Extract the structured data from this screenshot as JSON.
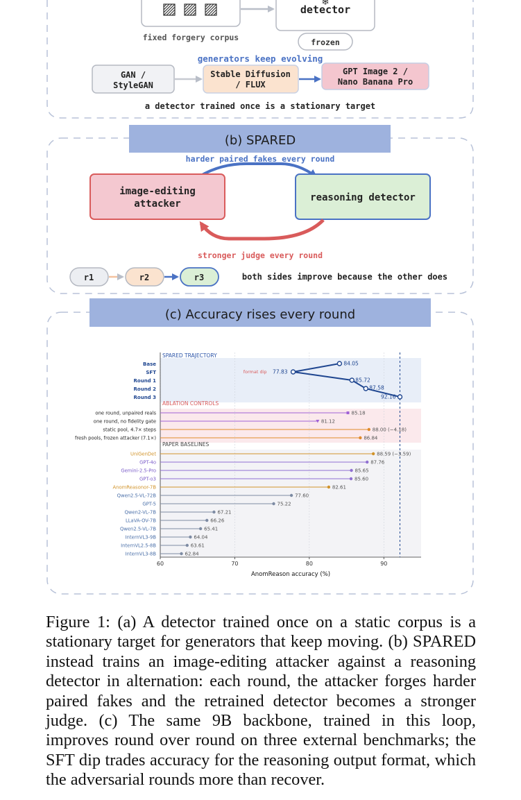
{
  "panel_a": {
    "detector_label": "detector",
    "frozen_label": "frozen",
    "corpus_label": "fixed forgery corpus",
    "generators_label": "generators keep evolving",
    "gen1_line1": "GAN /",
    "gen1_line2": "StyleGAN",
    "gen2_line1": "Stable Diffusion",
    "gen2_line2": "/ FLUX",
    "gen3_line1": "GPT Image 2 /",
    "gen3_line2": "Nano Banana Pro",
    "note": "a detector trained once is a stationary target"
  },
  "panel_b": {
    "title": "(b) SPARED",
    "top_arrow_label": "harder paired fakes every round",
    "attacker_line1": "image-editing",
    "attacker_line2": "attacker",
    "detector_label": "reasoning detector",
    "bottom_arrow_label": "stronger judge every round",
    "rounds": [
      "r1",
      "r2",
      "r3"
    ],
    "rounds_note": "both sides improve because the other does"
  },
  "panel_c": {
    "title": "(c) Accuracy rises every round"
  },
  "colors": {
    "panel_header": "#9eb2de",
    "trajectory": "#1f4690",
    "ablation": "#a062d6",
    "ablation_orange": "#e08a2a",
    "baseline_purple": "#8f6fd1",
    "baseline_orange": "#d1932a",
    "baseline_gray": "#7d8ba3",
    "blue_arrow": "#4a72c4",
    "red_arrow": "#d95b5b"
  },
  "chart_data": {
    "type": "dot",
    "xlabel": "AnomReason accuracy (%)",
    "xlim": [
      60,
      95
    ],
    "xticks": [
      60,
      70,
      80,
      90
    ],
    "reference_line": 92.16,
    "annotation": "format dip",
    "groups": [
      {
        "name": "SPARED TRAJECTORY",
        "rows": [
          {
            "label": "Base",
            "value": 84.05,
            "text": "84.05"
          },
          {
            "label": "SFT",
            "value": 77.83,
            "text": "77.83"
          },
          {
            "label": "Round 1",
            "value": 85.72,
            "text": "85.72"
          },
          {
            "label": "Round 2",
            "value": 87.58,
            "text": "87.58"
          },
          {
            "label": "Round 3",
            "value": 92.16,
            "text": "92.16"
          }
        ]
      },
      {
        "name": "ABLATION CONTROLS",
        "rows": [
          {
            "label": "one round, unpaired reals",
            "value": 85.18,
            "text": "85.18"
          },
          {
            "label": "one round, no fidelity gate",
            "value": 81.12,
            "text": "81.12"
          },
          {
            "label": "static pool, 4.7× steps",
            "value": 88.0,
            "text": "88.00 (−4.18)"
          },
          {
            "label": "fresh pools, frozen attacker (7.1×)",
            "value": 86.84,
            "text": "86.84"
          }
        ]
      },
      {
        "name": "PAPER BASELINES",
        "rows": [
          {
            "label": "UniGenDet",
            "value": 88.59,
            "text": "88.59 (−3.59)"
          },
          {
            "label": "GPT-4o",
            "value": 87.76,
            "text": "87.76"
          },
          {
            "label": "Gemini-2.5-Pro",
            "value": 85.65,
            "text": "85.65"
          },
          {
            "label": "GPT-o3",
            "value": 85.6,
            "text": "85.60"
          },
          {
            "label": "AnomReasonor-7B",
            "value": 82.61,
            "text": "82.61"
          },
          {
            "label": "Qwen2.5-VL-72B",
            "value": 77.6,
            "text": "77.60"
          },
          {
            "label": "GPT-5",
            "value": 75.22,
            "text": "75.22"
          },
          {
            "label": "Qwen2-VL-7B",
            "value": 67.21,
            "text": "67.21"
          },
          {
            "label": "LLaVA-OV-7B",
            "value": 66.26,
            "text": "66.26"
          },
          {
            "label": "Qwen2.5-VL-7B",
            "value": 65.41,
            "text": "65.41"
          },
          {
            "label": "InternVL3-9B",
            "value": 64.04,
            "text": "64.04"
          },
          {
            "label": "InternVL2.5-8B",
            "value": 63.61,
            "text": "63.61"
          },
          {
            "label": "InternVL3-8B",
            "value": 62.84,
            "text": "62.84"
          }
        ]
      }
    ]
  },
  "caption": "Figure 1: (a) A detector trained once on a static corpus is a stationary target for generators that keep moving. (b) SPARED instead trains an image-editing attacker against a reasoning detector in alternation: each round, the attacker forges harder paired fakes and the retrained detector becomes a stronger judge. (c) The same 9B backbone, trained in this loop, improves round over round on three external benchmarks; the SFT dip trades accuracy for the reasoning output format, which the adversarial rounds more than recover."
}
